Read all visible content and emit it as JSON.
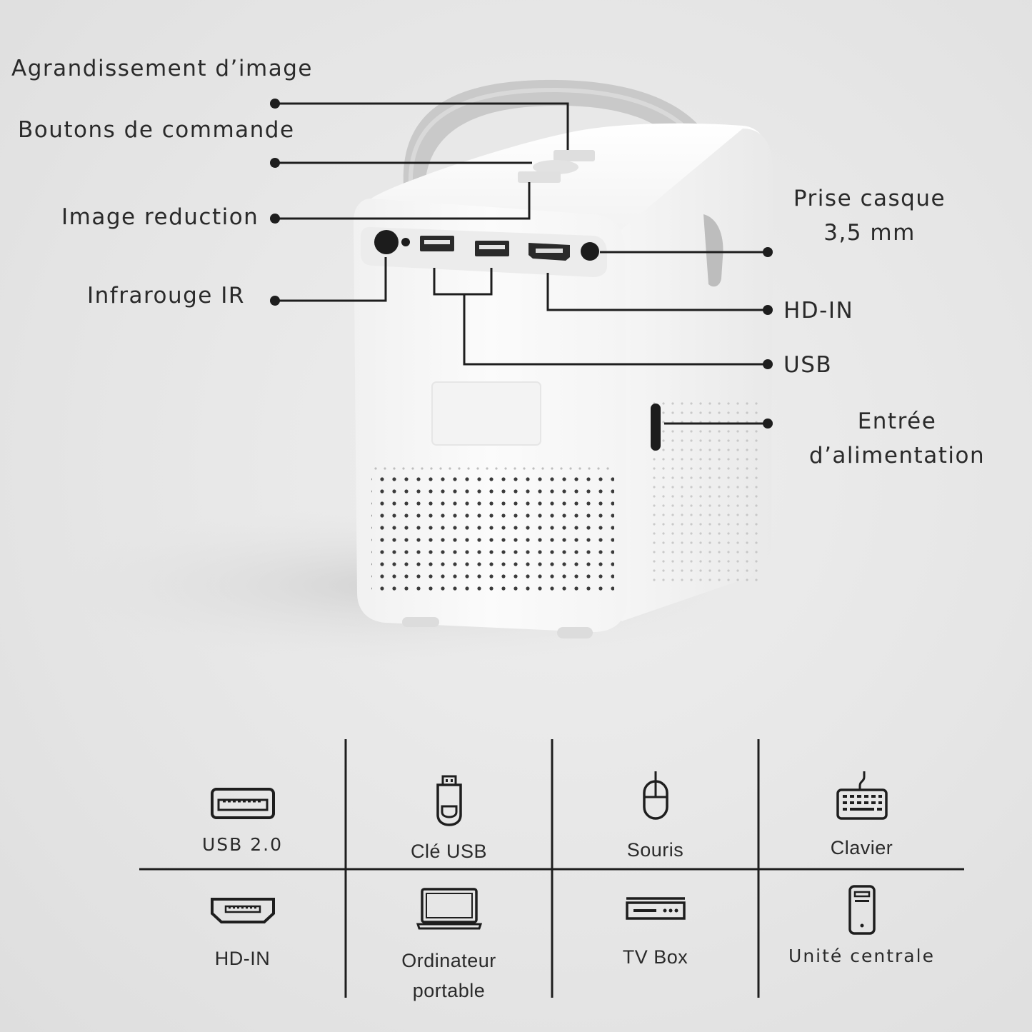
{
  "callouts": {
    "agrandissement": "Agrandissement d’image",
    "boutons": "Boutons de commande",
    "reduction": "Image reduction",
    "infrarouge": "Infrarouge IR",
    "casque_line1": "Prise casque",
    "casque_line2": "3,5 mm",
    "hdin": "HD-IN",
    "usb": "USB",
    "alimentation_line1": "Entrée",
    "alimentation_line2": "d’alimentation"
  },
  "compat_grid": {
    "row1": [
      {
        "label": "USB 2.0",
        "icon": "usb-port-icon"
      },
      {
        "label": "Clé USB",
        "icon": "usb-stick-icon"
      },
      {
        "label": "Souris",
        "icon": "mouse-icon"
      },
      {
        "label": "Clavier",
        "icon": "keyboard-icon"
      }
    ],
    "row2": [
      {
        "label": "HD-IN",
        "icon": "hdmi-port-icon"
      },
      {
        "label_line1": "Ordinateur",
        "label_line2": "portable",
        "icon": "laptop-icon"
      },
      {
        "label": "TV Box",
        "icon": "tv-box-icon"
      },
      {
        "label": "Unité centrale",
        "icon": "desktop-tower-icon"
      }
    ]
  }
}
